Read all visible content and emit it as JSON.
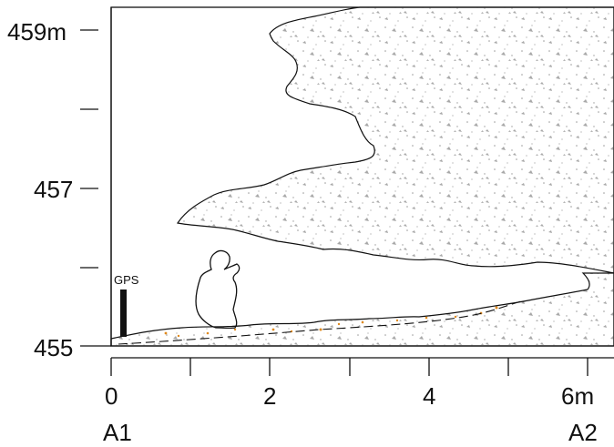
{
  "section": {
    "y_axis_ticks": [
      "459m",
      "457",
      "455"
    ],
    "x_axis_ticks": [
      "0",
      "2",
      "4",
      "6m"
    ],
    "end_labels": [
      "A1",
      "A2"
    ],
    "gps_label": "GPS"
  },
  "colors": {
    "line": "#111111",
    "rock_stipple": "#9a9a9a",
    "sediment_marks": "#e08a1e"
  },
  "icons": {
    "figure": "human-scale-figure-icon",
    "gps_pole": "gps-pole-icon"
  }
}
